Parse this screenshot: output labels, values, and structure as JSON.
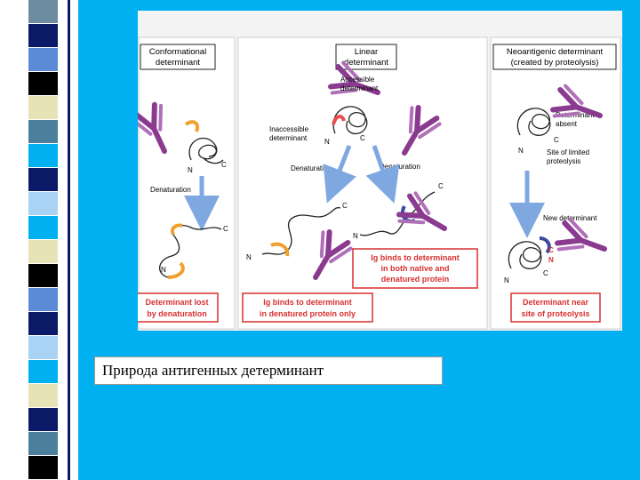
{
  "slide": {
    "caption": "Природа антигенных детерминант",
    "background_color": "#00b0f0",
    "stripe_colors": [
      "#6e8ca0",
      "#0a1a66",
      "#5b8bd6",
      "#000000",
      "#e8e3b6",
      "#4b7f9c",
      "#00b0f0",
      "#0a1a66",
      "#a9d3f5",
      "#00b0f0",
      "#e8e3b6",
      "#000000",
      "#5b8bd6",
      "#0a1a66",
      "#a9d3f5",
      "#00b0f0",
      "#e8e3b6",
      "#0a1a66",
      "#4b7f9c",
      "#000000"
    ]
  },
  "figure": {
    "colors": {
      "antibody": "#8a3b8f",
      "determinant": "#f0a030",
      "linear_determinant": "#e85050",
      "new_determinant": "#3a4aa0",
      "label_red": "#d83030",
      "arrow": "#7fa8e0"
    },
    "panels": [
      {
        "header": [
          "Conformational",
          "determinant"
        ],
        "labels": {
          "n": "N",
          "c": "C",
          "denaturation": "Denaturation",
          "n2": "N",
          "c2": "C"
        },
        "result": [
          "Determinant lost",
          "by denaturation"
        ]
      },
      {
        "header": [
          "Linear",
          "determinant"
        ],
        "labels": {
          "accessible": [
            "Accessible",
            "determinant"
          ],
          "inaccessible": [
            "Inaccessible",
            "determinant"
          ],
          "n": "N",
          "c": "C",
          "denaturation_left": "Denaturation",
          "denaturation_right": "Denaturation",
          "c_left": "C",
          "n_left": "N",
          "c_right": "C",
          "n_right": "N"
        },
        "box_right": [
          "Ig binds to determinant",
          "in both native and",
          "denatured protein"
        ],
        "result": [
          "Ig binds to determinant",
          "in denatured protein only"
        ]
      },
      {
        "header": [
          "Neoantigenic determinant",
          "(created by proteolysis)"
        ],
        "labels": {
          "absent": [
            "Determinant",
            "absent"
          ],
          "c": "C",
          "n": "N",
          "proteolysis": [
            "Site of limited",
            "proteolysis"
          ],
          "new_determinant": "New determinant",
          "c2": "C",
          "n2": "N",
          "c3": "C",
          "n3": "N"
        },
        "result": [
          "Determinant near",
          "site of proteolysis"
        ]
      }
    ]
  }
}
